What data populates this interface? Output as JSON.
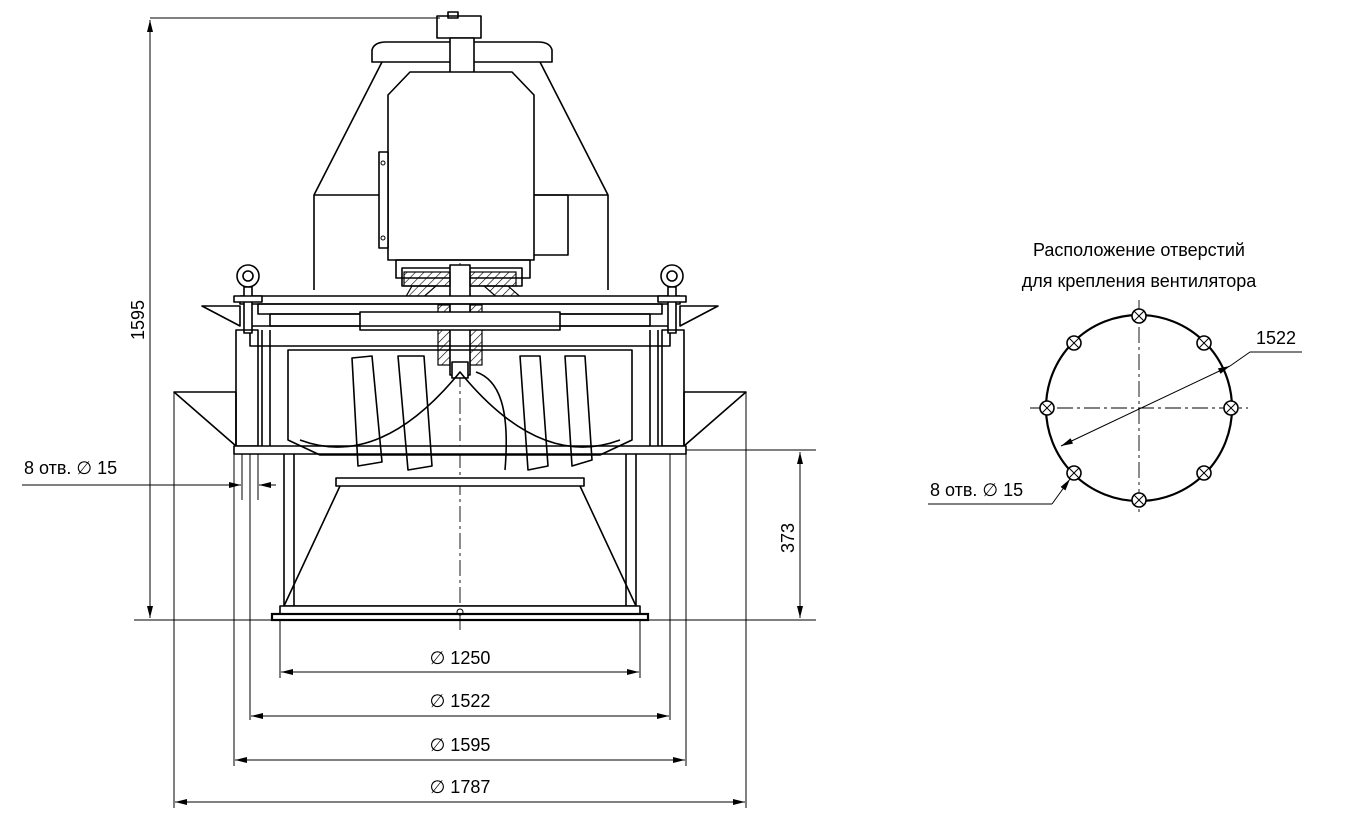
{
  "dimensions": {
    "height_total": "1595",
    "height_base": "373",
    "diam_1250": "∅ 1250",
    "diam_1522": "∅ 1522",
    "diam_1595": "∅ 1595",
    "diam_1787": "∅ 1787",
    "holes_left": "8 отв. ∅ 15"
  },
  "hole_layout": {
    "title_line1": "Расположение отверстий",
    "title_line2": "для крепления вентилятора",
    "diameter": "1522",
    "holes": "8 отв. ∅ 15"
  }
}
